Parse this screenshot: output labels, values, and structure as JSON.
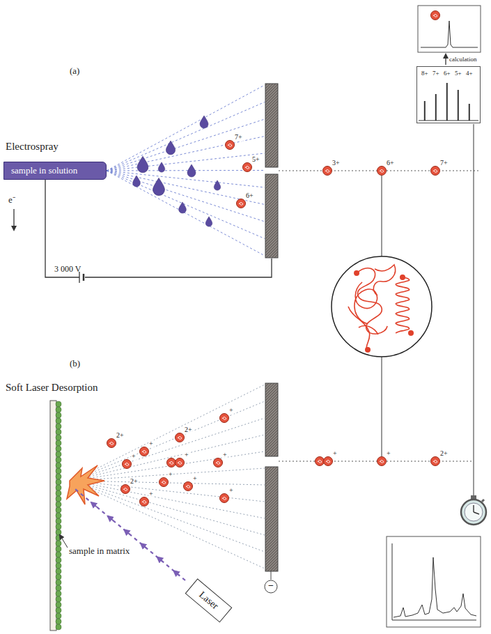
{
  "diagram": {
    "nodes": [
      {
        "text": [
          "sample in solution"
        ]
      },
      {
        "text": [
          "Laser"
        ]
      },
      {
        "text": [
          "8+",
          "7+",
          "6+",
          "5+",
          "4+"
        ]
      }
    ],
    "labels": [
      "(a)",
      "Electrospray",
      "e⁻",
      "3 000 V",
      "7+",
      "5+",
      "6+",
      "3+",
      "6+",
      "7+",
      "calculation",
      "(b)",
      "Soft Laser Desorption",
      "2+",
      "2+",
      "+",
      "+",
      "+",
      "+",
      "+",
      "2+",
      "+",
      "+",
      "+",
      "+",
      "−",
      "sample in matrix",
      "+",
      "+",
      "2+"
    ]
  }
}
